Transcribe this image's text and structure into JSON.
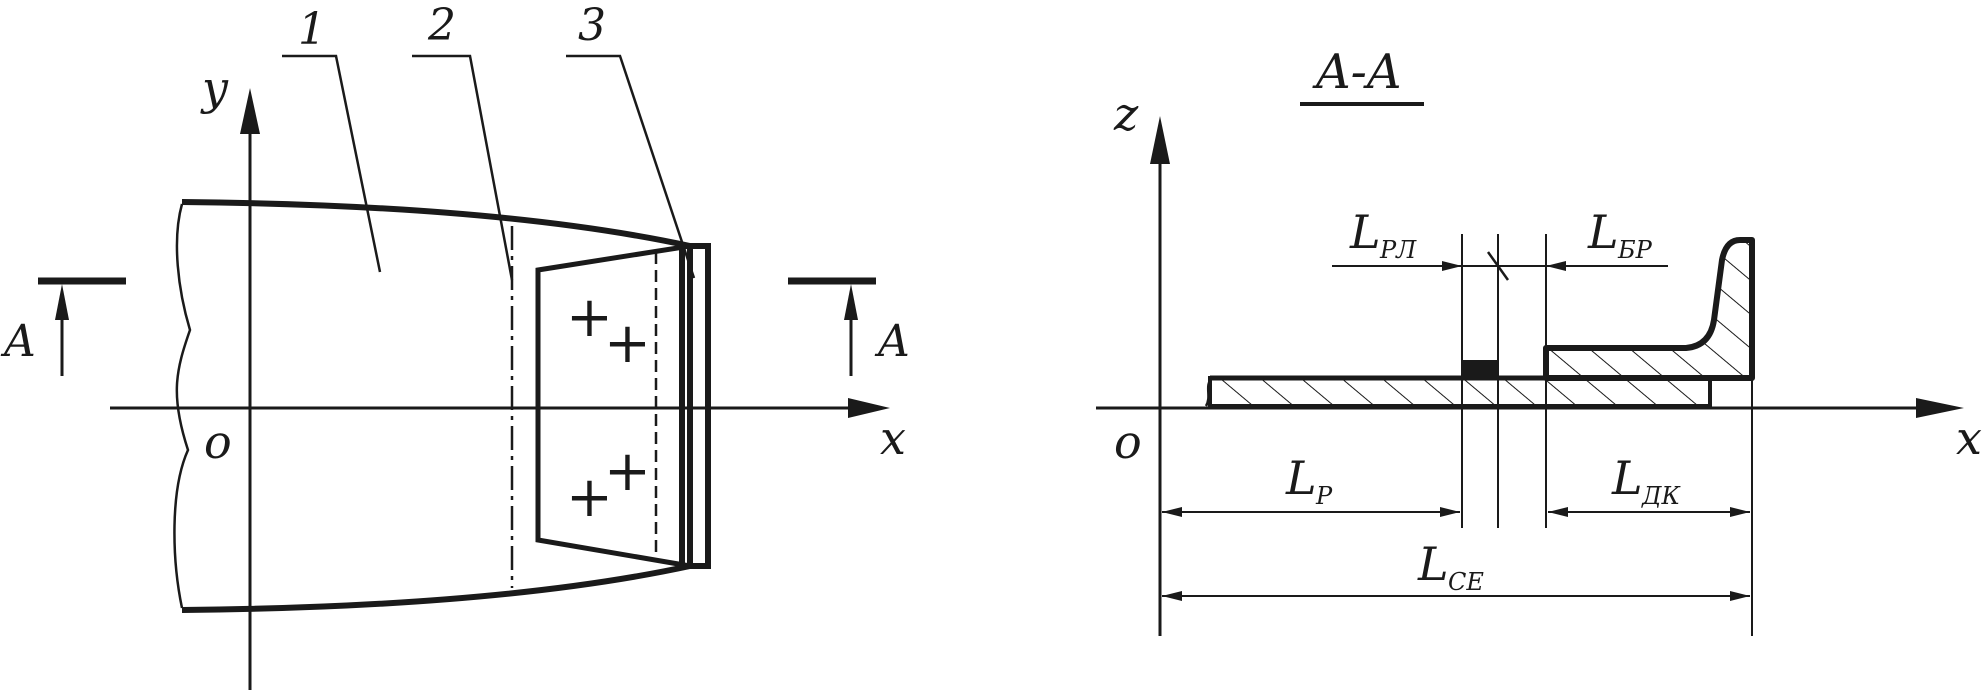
{
  "colors": {
    "ink": "#1a1a1a",
    "background": "#ffffff"
  },
  "left_view": {
    "callout_1": "1",
    "callout_2": "2",
    "callout_3": "3",
    "axis_x": "x",
    "axis_y": "y",
    "origin": "o",
    "section_left": "A",
    "section_right": "A",
    "plus_marks": [
      "+",
      "+",
      "+",
      "+"
    ]
  },
  "right_view": {
    "section_title": "A-A",
    "axis_z": "z",
    "axis_x": "x",
    "origin": "o",
    "dim_LRL": {
      "main": "L",
      "sub": "РЛ"
    },
    "dim_LBR": {
      "main": "L",
      "sub": "БР"
    },
    "dim_LR": {
      "main": "L",
      "sub": "Р"
    },
    "dim_LDK": {
      "main": "L",
      "sub": "ДК"
    },
    "dim_LCE": {
      "main": "L",
      "sub": "СЕ"
    }
  }
}
